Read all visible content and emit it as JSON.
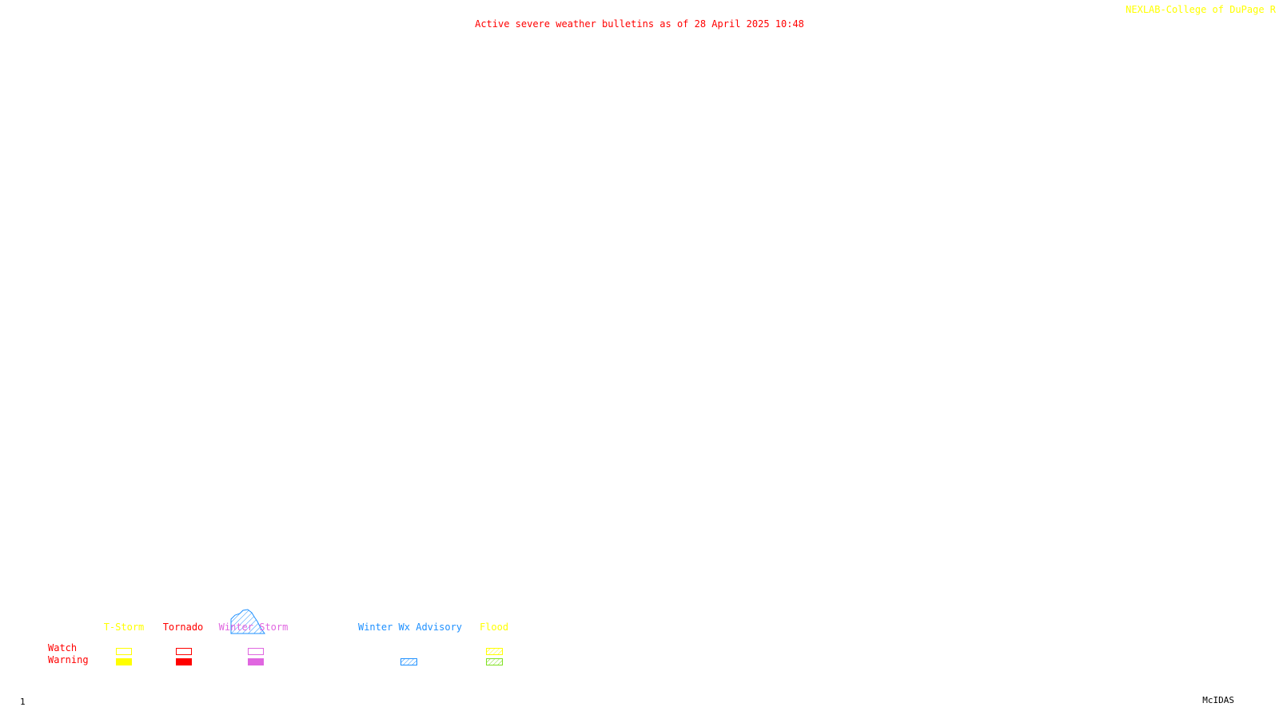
{
  "header": {
    "title": "Active severe weather bulletins as of 28 April 2025 10:48",
    "credit": "NEXLAB-College of DuPage R"
  },
  "footer": {
    "frame_number": "1",
    "software": "McIDAS"
  },
  "legend": {
    "rows": {
      "watch": "Watch",
      "warning": "Warning"
    },
    "categories": [
      {
        "label": "T-Storm",
        "color": "#ffff00",
        "watch": "outline",
        "warning": "solid"
      },
      {
        "label": "Tornado",
        "color": "#ff0000",
        "watch": "outline",
        "warning": "solid"
      },
      {
        "label": "Winter Storm",
        "color": "#e066e0",
        "watch": "outline",
        "warning": "solid"
      },
      {
        "label": "Winter Wx Advisory",
        "color": "#1e90ff",
        "watch": "none",
        "warning": "hatch"
      },
      {
        "label": "Flood",
        "color": "#ffff00",
        "warning_color": "#80e020",
        "watch": "hatch",
        "warning": "hatch"
      }
    ]
  },
  "map": {
    "features": [
      {
        "type": "winter-wx-advisory-area",
        "color": "#1e90ff",
        "pattern": "hatch"
      }
    ]
  },
  "colors": {
    "title": "#ff0000",
    "credit": "#ffff00",
    "row_labels": "#ff0000",
    "footer_text": "#000000",
    "background": "#ffffff"
  }
}
